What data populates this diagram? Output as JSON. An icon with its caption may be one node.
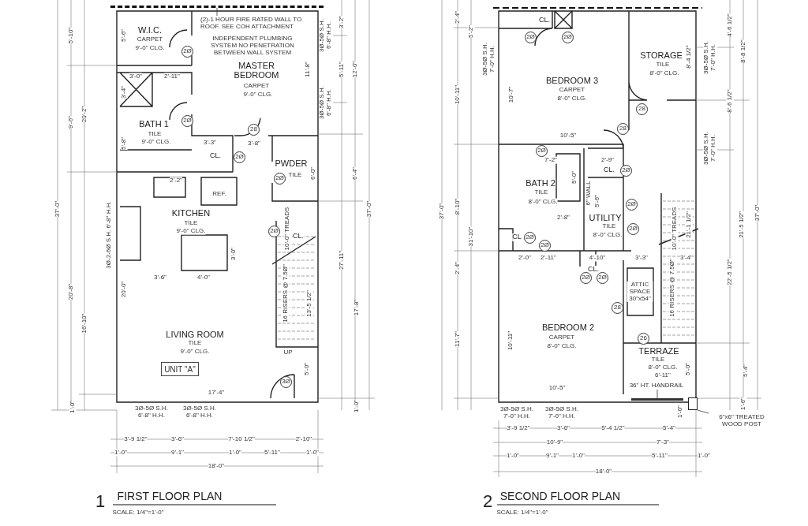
{
  "diagram": {
    "nodes": [
      {
        "text": [
          "(2)-1 HOUR FIRE RATED WALL TO ROOF. SEE COH ATTACHMENT"
        ]
      },
      {
        "text": [],
        "shape": "bar"
      },
      {
        "text": [
          "2Ø"
        ]
      },
      {
        "text": [
          "2Ø"
        ]
      },
      {
        "text": [
          "28"
        ]
      },
      {
        "text": [
          "2Ø"
        ]
      },
      {
        "text": [
          "2Ø"
        ]
      },
      {
        "text": [
          "2Ø"
        ]
      },
      {
        "text": [
          "UNIT \"A\""
        ]
      },
      {
        "text": [
          "3Ø"
        ]
      },
      {
        "text": [
          "2Ø"
        ]
      },
      {
        "text": [
          "2Ø"
        ]
      },
      {
        "text": [
          "28"
        ]
      },
      {
        "text": [
          "28"
        ]
      },
      {
        "text": [
          "2Ø"
        ]
      },
      {
        "text": [
          "2Ø"
        ]
      },
      {
        "text": [
          "2Ø"
        ]
      },
      {
        "text": [
          "2Ø"
        ]
      },
      {
        "text": [
          "2Ø"
        ]
      },
      {
        "text": [
          "2Ø"
        ]
      },
      {
        "text": [
          "2Ø"
        ]
      },
      {
        "text": [
          "2Ø"
        ]
      },
      {
        "text": [
          "28"
        ]
      },
      {
        "text": [
          "26"
        ]
      },
      {
        "text": [
          "36\" HT. HANDRAIL"
        ]
      },
      {
        "text": [],
        "shape": "bar"
      },
      {
        "text": [],
        "shape": "box"
      },
      {
        "text": [
          "6\"x6\" TREATED WOOD POST"
        ]
      }
    ],
    "edges": [
      {
        "from": 0,
        "to": 1,
        "arrow": "none"
      },
      {
        "from": 24,
        "to": 25,
        "arrow": "none"
      },
      {
        "from": 27,
        "to": 26,
        "arrow": "none"
      }
    ],
    "labels": [
      "5'-10\"",
      "9'-6\"",
      "20'-2\"",
      "37'-0\"",
      "20'-8\"",
      "16'-10\"",
      "1'-0\"",
      "W.I.C.",
      "CARPET",
      "9'-0\" CLG.",
      "5'-6\"",
      "INDEPENDENT PLUMBING SYSTEM NO PENETRATION BETWEEN WALL SYSTEM",
      "MASTER BEDROOM",
      "CARPET",
      "9'-0\" CLG.",
      "11'-8\"",
      "3'-0\"",
      "2'-11\"",
      "3'-4\"",
      "BATH 1",
      "TILE",
      "9'-0\" CLG.",
      "5'-8\"",
      "3'-3\"",
      "3'-8\"",
      "CL.",
      "PWDER",
      "TILE",
      "6'-0\"",
      "2'-2\"",
      "REF.",
      "KITCHEN",
      "TILE",
      "9'-0\" CLG.",
      "3Ø-2-6Ø S.H. 6'-8\" H.H.",
      "10'-0\" TREADS",
      "CL.",
      "3'-0\"",
      "3'-6\"",
      "4'-0\"",
      "20'-0\"",
      "16 RISERS @ 7.5Ø\"",
      "13'-5 1/2\"",
      "LIVING ROOM",
      "TILE",
      "9'-0\" CLG.",
      "UP",
      "5'-0\"",
      "17'-4\"",
      "3Ø-5Ø S.H. 6'-8\" H.H.",
      "3Ø-5Ø S.H. 6'-8\" H.H.",
      "3'-9 1/2\"",
      "3'-6\"",
      "7'-10 1/2\"",
      "2'-10\"",
      "1'-0\"",
      "9'-1\"",
      "1'-0\"",
      "5'-11\"",
      "1'-0\"",
      "18'-0\"",
      "3Ø-5Ø S.H. 6'-8\" H.H.",
      "3'-2\"",
      "5'-11\"",
      "12'-0\"",
      "3Ø-5Ø S.H. 6'-8\" H.H.",
      "6'-4\"",
      "37'-0\"",
      "27'-11\"",
      "17'-8\"",
      "1'-0\"",
      "1",
      "FIRST FLOOR PLAN",
      "SCALE: 1/4\"=1'-0\"",
      "2'-4\"",
      "5'-2\"",
      "10'-11\"",
      "3Ø-5Ø S.H. 7'-0\" H.H.",
      "10'-7\"",
      "CL.",
      "BEDROOM 3",
      "CARPET",
      "8'-0\" CLG.",
      "STORAGE",
      "TILE",
      "8'-0\" CLG.",
      "8'-4 1/2\"",
      "3Ø-5Ø S.H. 7'-0\" H.H.",
      "4'-6 1/2\"",
      "8'-8 1/2\"",
      "8'-6 1/2\"",
      "37'-0\"",
      "8'-10\"",
      "31'-10\"",
      "10'-5\"",
      "7'-2\"",
      "2'-9\"",
      "CL.",
      "5'-0\"",
      "3Ø-5Ø S.H. 7'-0\" H.H.",
      "BATH 2",
      "TILE",
      "8'-0\" CLG.",
      "6\" WALL",
      "5'-6\"",
      "UTILITY",
      "TILE",
      "8'-0\" CLG.",
      "2'-8\"",
      "10'-0\" TREADS",
      "21'-1 1/2\"",
      "21'-5 1/2\"",
      "37'-0\"",
      "CL",
      "2'-4\"",
      "2'-0\"",
      "2'-11\"",
      "4'-10\"",
      "3'-3\"",
      "3'-4\"",
      "22'-5 1/2\"",
      "CL.",
      "ATTIC SPACE 30\"x54\"",
      "16 RISERS @ 7.5Ø\"",
      "11'-7\"",
      "10'-11\"",
      "BEDROOM 2",
      "CARPET",
      "8'-0\" CLG.",
      "TERRAZE",
      "TILE",
      "8'-0\" CLG.",
      "5'-0\"",
      "5'-4\"",
      "10'-5\"",
      "6'-11\"",
      "1'-0\"",
      "1'-6\"",
      "3Ø-5Ø S.H. 7'-0\" H.H.",
      "3Ø-5Ø S.H. 7'-0\" H.H.",
      "3'-9 1/2\"",
      "3'-6\"",
      "5'-4 1/2\"",
      "5'-4\"",
      "10'-9\"",
      "7'-3\"",
      "1'-0\"",
      "9'-1\"",
      "1'-0\"",
      "5'-11\"",
      "1'-0\"",
      "18'-0\"",
      "2",
      "SECOND FLOOR PLAN",
      "SCALE: 1/4\"=1'-0\""
    ]
  }
}
